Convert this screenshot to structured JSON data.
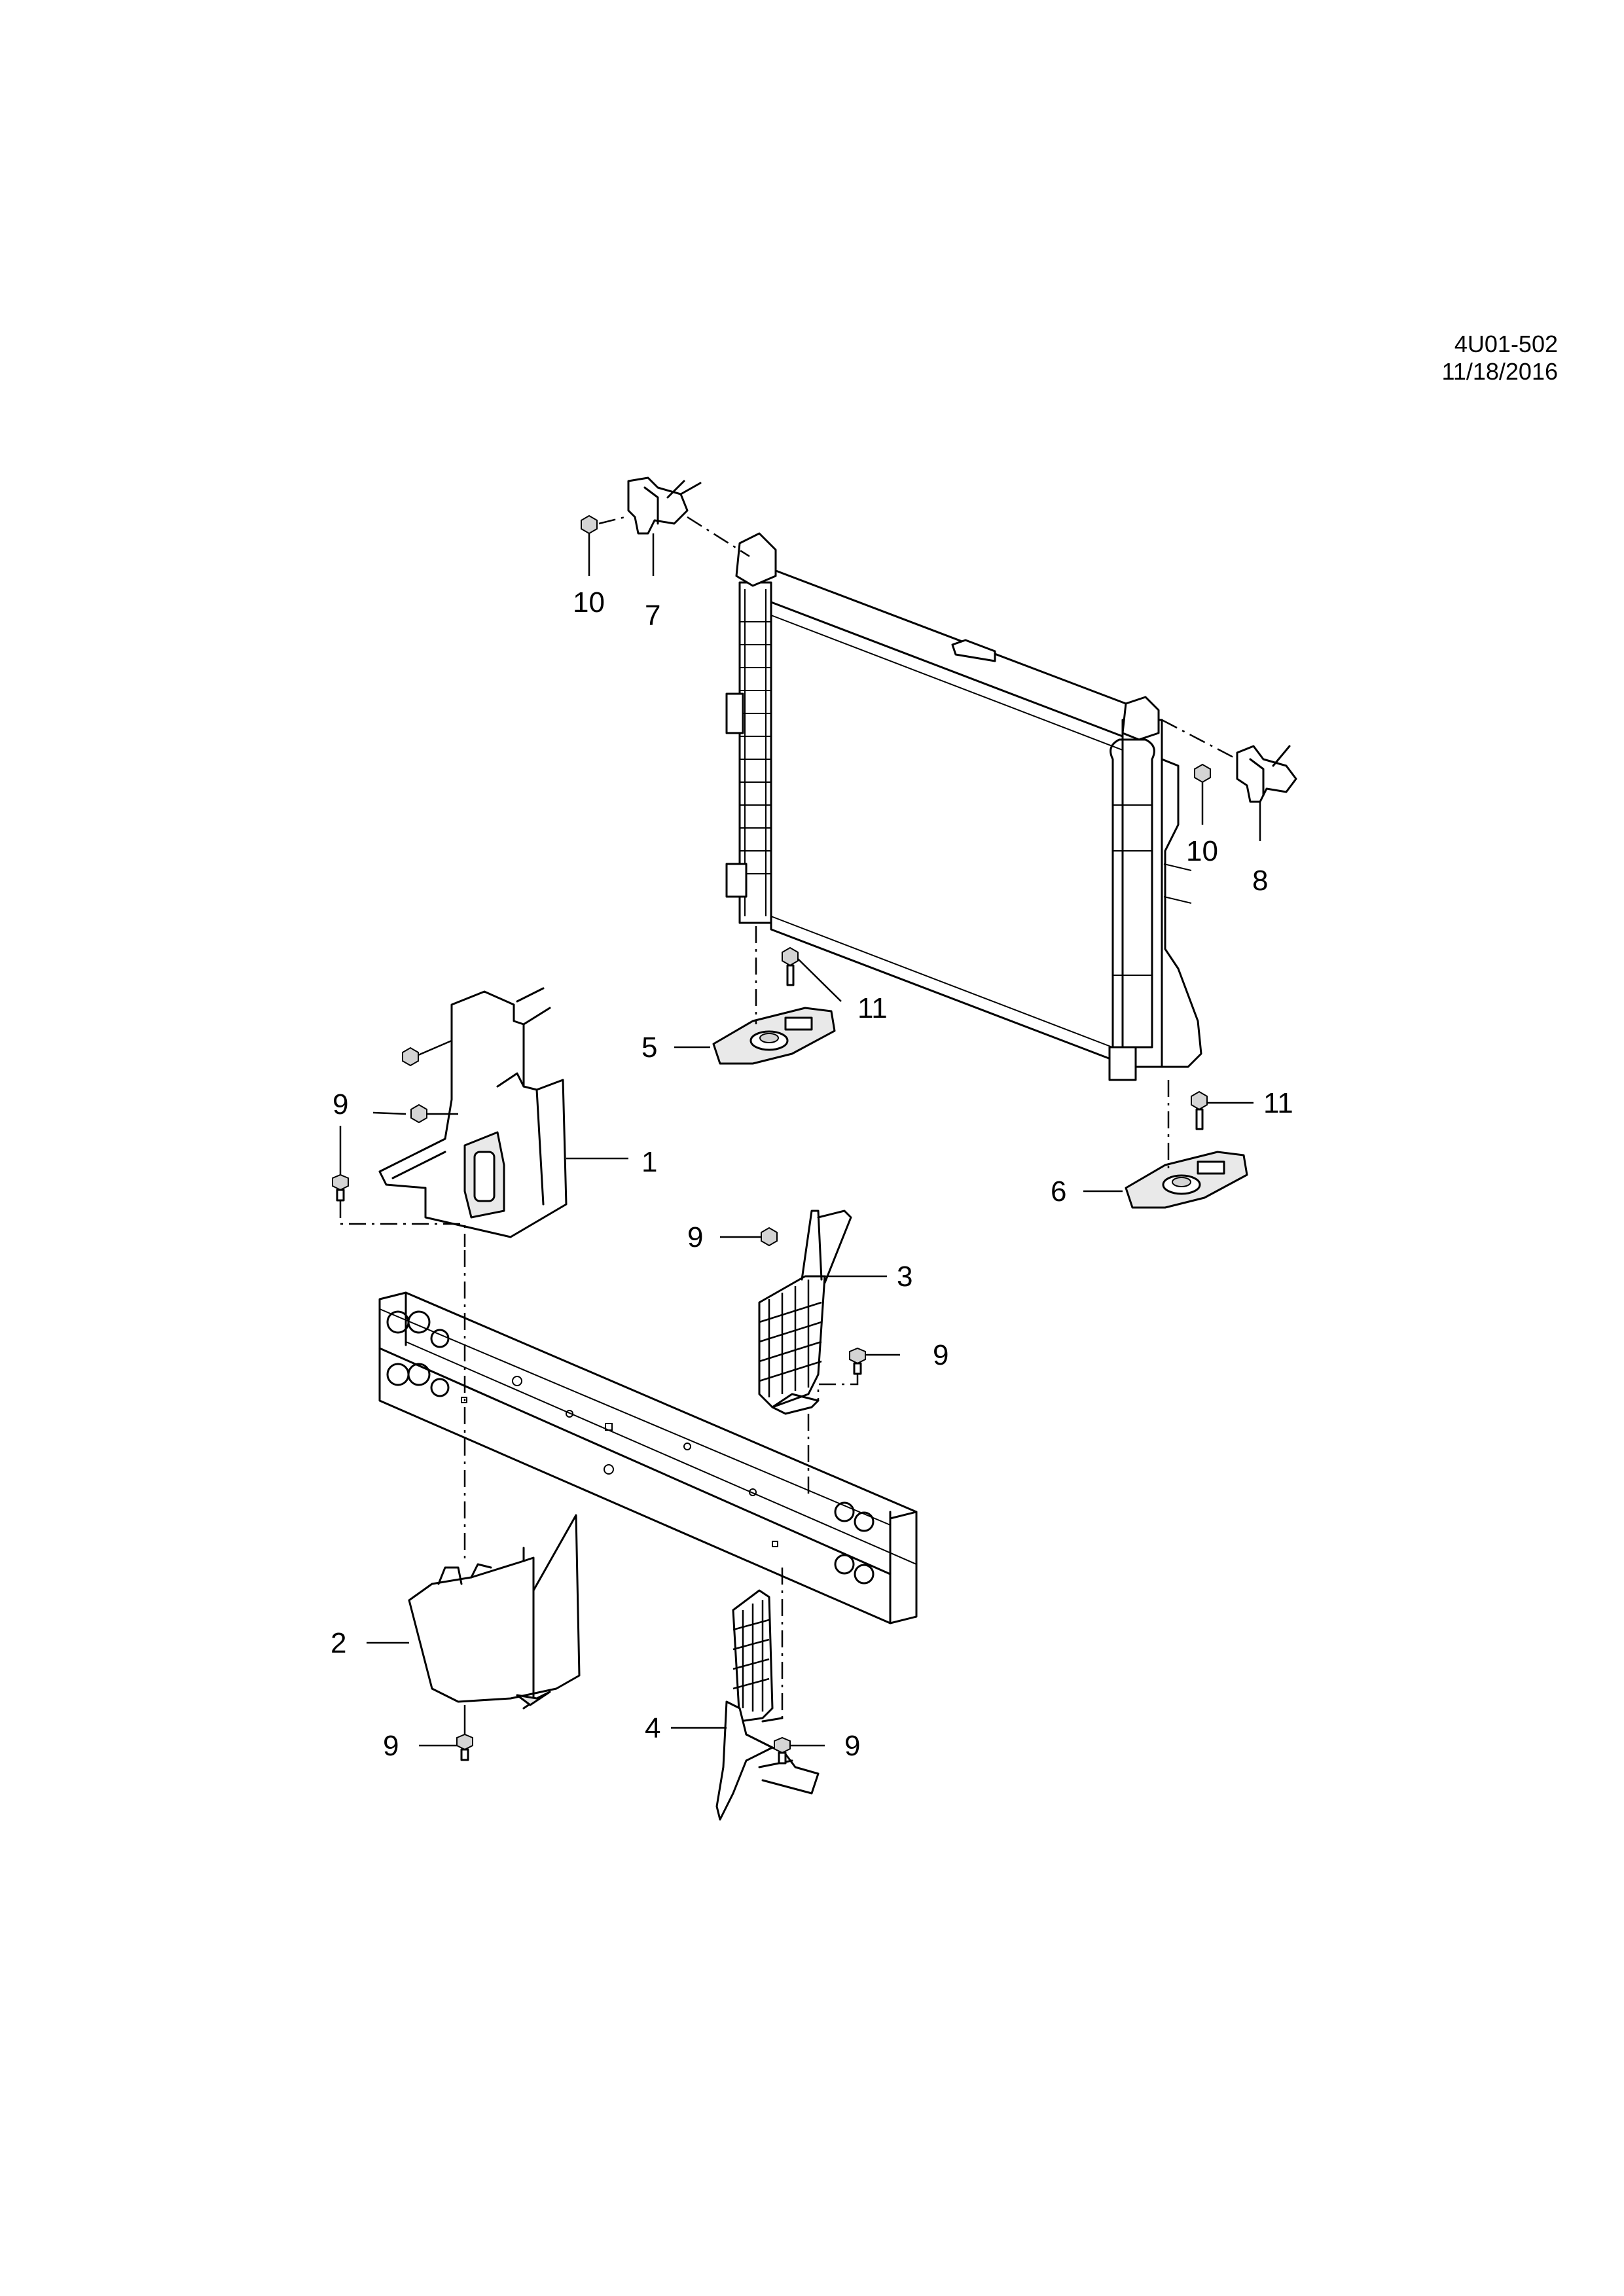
{
  "reference": "4U01-502 11/18/2016",
  "callouts": {
    "c1": "1",
    "c2": "2",
    "c3": "3",
    "c4": "4",
    "c5": "5",
    "c6": "6",
    "c7": "7",
    "c8": "8",
    "c9a": "9",
    "c9b": "9",
    "c9c": "9",
    "c9d": "9",
    "c9e": "9",
    "c10a": "10",
    "c10b": "10",
    "c11a": "11",
    "c11b": "11"
  }
}
